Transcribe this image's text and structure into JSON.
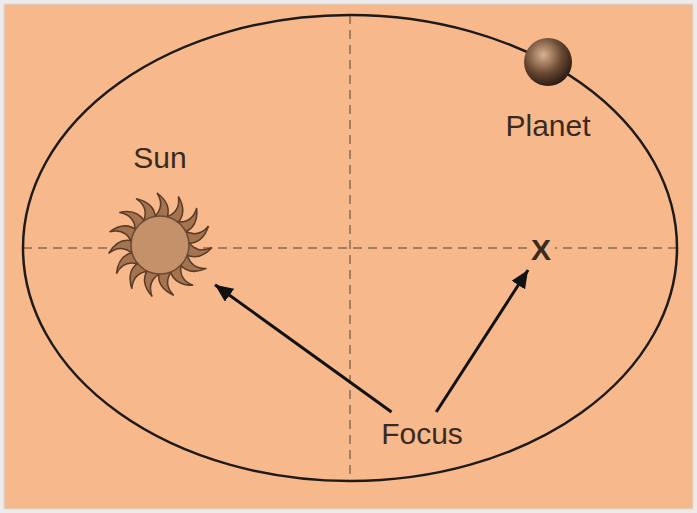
{
  "diagram": {
    "nodes": [
      {
        "text": [
          "Sun"
        ]
      },
      {
        "text": [
          "Planet"
        ]
      },
      {
        "text": [
          "X"
        ]
      },
      {
        "text": [
          "Focus"
        ]
      }
    ],
    "edges": [
      {
        "from": 3,
        "to": 0,
        "arrow": "to"
      },
      {
        "from": 3,
        "to": 2,
        "arrow": "to"
      }
    ]
  }
}
